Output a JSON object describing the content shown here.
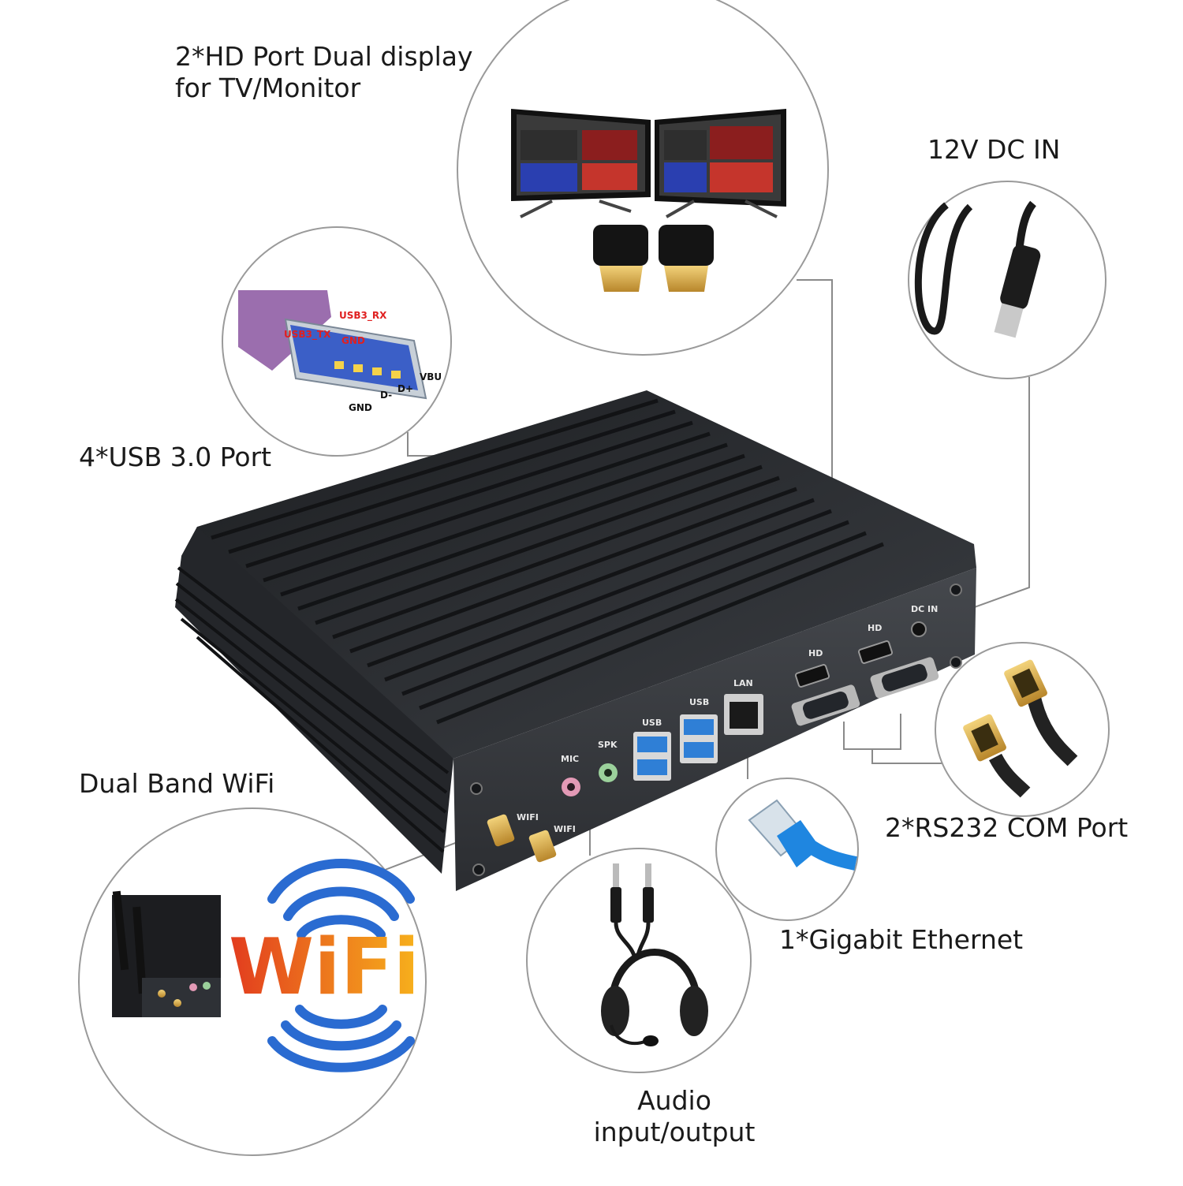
{
  "labels": {
    "hd": {
      "line1": "2*HD Port Dual display",
      "line2": "for TV/Monitor"
    },
    "dc_in": "12V DC IN",
    "usb": "4*USB 3.0 Port",
    "wifi": "Dual Band WiFi",
    "rs232": "2*RS232 COM Port",
    "ethernet": "1*Gigabit Ethernet",
    "audio": {
      "line1": "Audio",
      "line2": "input/output"
    }
  },
  "device_markings": {
    "dc_in": "DC IN",
    "hd_left": "HD",
    "hd_right": "HD",
    "lan": "LAN",
    "usb_left": "USB",
    "usb_right": "USB",
    "mic": "MIC",
    "spk": "SPK",
    "wifi_1": "WIFI",
    "wifi_2": "WIFI"
  },
  "usb_pinout": {
    "rx": "USB3_RX",
    "tx": "USB3_TX",
    "gnd_top": "GND",
    "vbus": "VBU",
    "d_plus": "D+",
    "d_minus": "D-",
    "gnd_bottom": "GND"
  },
  "wifi_logo": "WiFi",
  "colors": {
    "case": "#2b2d31",
    "case_face": "#3a3d42",
    "circle_stroke": "#9a9a9a",
    "connector_line": "#8a8a8a",
    "usb_blue": "#2f7fd6",
    "mic_pink": "#e39ab6",
    "spk_green": "#9bd19b",
    "wifi_red": "#e23b1e",
    "wifi_blue": "#2a6bd1",
    "ethernet_blue": "#1f86e0"
  }
}
